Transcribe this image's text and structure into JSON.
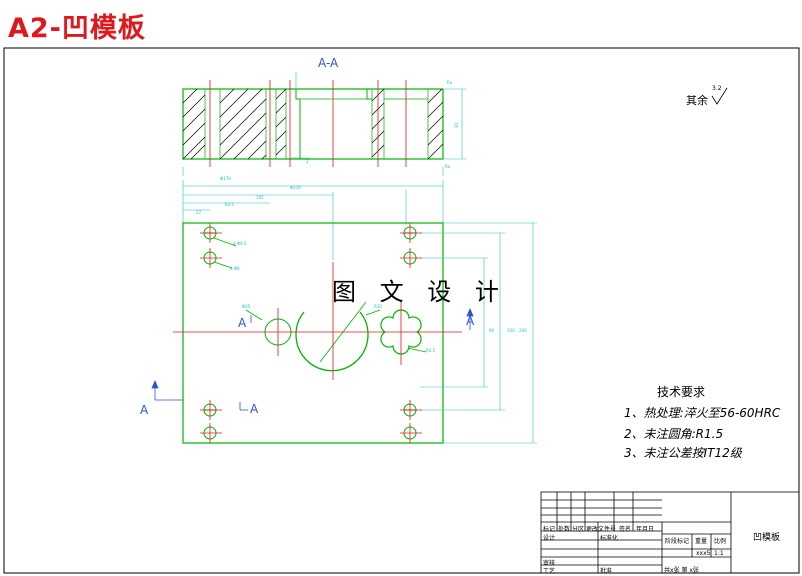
{
  "header": {
    "title": "A2-凹模板"
  },
  "watermark": {
    "text": "图 文 设 计"
  },
  "section_labels": {
    "main": "A-A",
    "left": "A",
    "right": "A",
    "bottom_left": "A",
    "bottom_mark": "A"
  },
  "roughness": {
    "label": "其余",
    "value": "3.2"
  },
  "tech_requirements": {
    "title": "技术要求",
    "items": [
      "1、热处理:淬火至56-60HRC",
      "2、未注圆角:R1.5",
      "3、未注公差按IT12级"
    ]
  },
  "title_block": {
    "part_name": "凹模板",
    "labels": [
      "标记",
      "处数",
      "分区",
      "更改文件号",
      "签名",
      "年月日",
      "设计",
      "标准化",
      "阶段标记",
      "重量",
      "比例",
      "审核",
      "工艺",
      "批准",
      "共x张 第 x张"
    ],
    "scale_weight": [
      "xxx5",
      "1:1"
    ]
  },
  "colors": {
    "title": "#e0181c",
    "centerline": "#e0181c",
    "dimension": "#22c1c1",
    "outline": "#00b400",
    "blue": "#2a56d6",
    "hatch": "#000000"
  }
}
